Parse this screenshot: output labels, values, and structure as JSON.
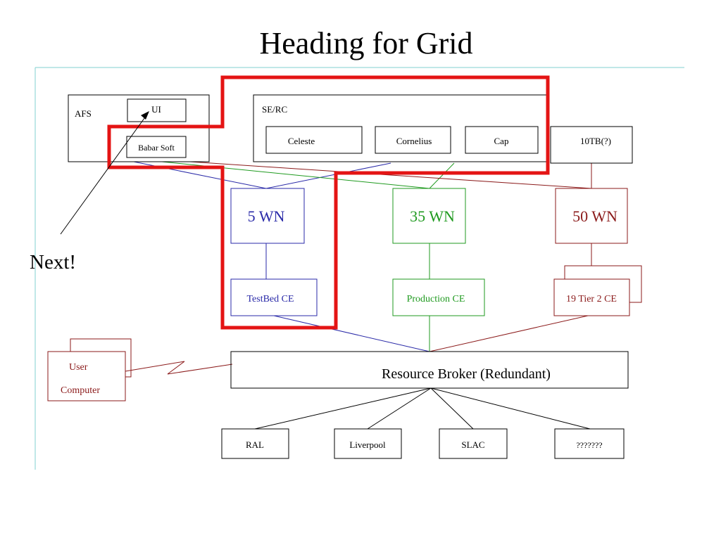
{
  "title": "Heading for Grid",
  "annotation": "Next!",
  "colors": {
    "highlight": "#e41414",
    "blue": "#2a2aa8",
    "green": "#1f9a1f",
    "darkred": "#8b1a1a",
    "cyan": "#80d0d0"
  },
  "nodes": {
    "afs": "AFS",
    "ui": "UI",
    "babar": "Babar Soft",
    "serc": "SE/RC",
    "celeste": "Celeste",
    "cornelius": "Cornelius",
    "cap": "Cap",
    "tb": "10TB(?)",
    "wn5": "5 WN",
    "wn35": "35 WN",
    "wn50": "50 WN",
    "testbed": "TestBed CE",
    "production": "Production CE",
    "tier2": "19 Tier 2 CE",
    "user1": "User",
    "user2": "Computer",
    "broker": "Resource Broker (Redundant)",
    "ral": "RAL",
    "liverpool": "Liverpool",
    "slac": "SLAC",
    "unknown": "???????"
  }
}
